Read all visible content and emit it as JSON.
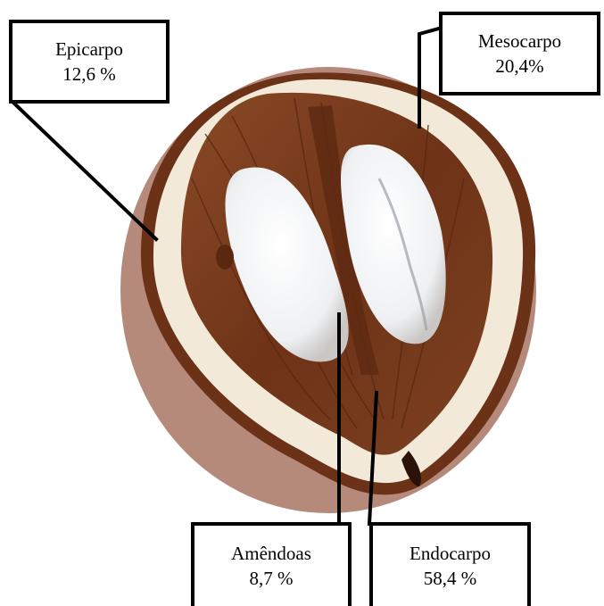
{
  "labels": {
    "epicarpo": {
      "name": "Epicarpo",
      "value": "12,6 %"
    },
    "mesocarpo": {
      "name": "Mesocarpo",
      "value": "20,4%"
    },
    "amendoas": {
      "name": "Amêndoas",
      "value": "8,7 %"
    },
    "endocarpo": {
      "name": "Endocarpo",
      "value": "58,4 %"
    }
  },
  "colors": {
    "background_disc": "#b58a7a",
    "epicarp": "#6b3218",
    "mesocarp": "#f3e9d8",
    "endocarp": "#7a3d1e",
    "endocarp_fiber": "#5a2810",
    "kernel": "#f5f5f5",
    "leader_line": "#000000"
  }
}
